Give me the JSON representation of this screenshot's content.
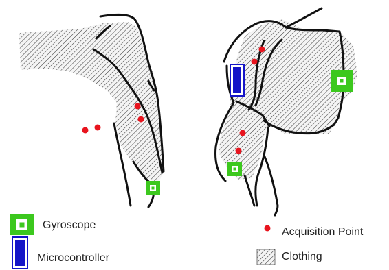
{
  "colors": {
    "gyroscope": "#3cc81e",
    "microcontroller": "#1414c8",
    "acquisition_point": "#e8141e",
    "clothing_hatch": "#3a3a3a",
    "body_outline": "#111111"
  },
  "legend": {
    "gyroscope_label": "Gyroscope",
    "microcontroller_label": "Microcontroller",
    "acquisition_point_label": "Acquisition Point",
    "clothing_label": "Clothing"
  }
}
